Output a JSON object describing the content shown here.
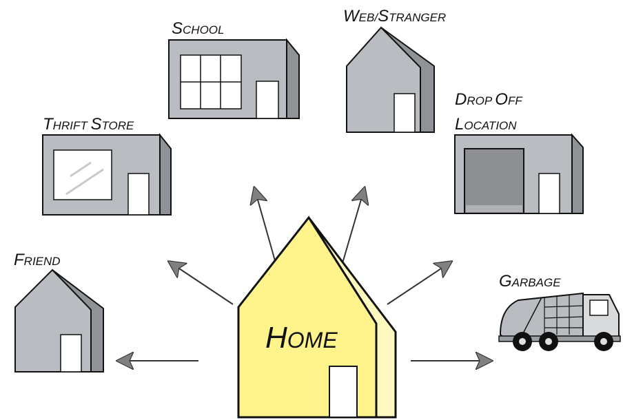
{
  "colors": {
    "building_front": "#b9bcc0",
    "building_side": "#8f9397",
    "home_front": "#fff48c",
    "home_side": "#fff8bf",
    "door": "#ffffff",
    "outline": "#111111",
    "arrow": "#333333",
    "arrowhead": "#808080",
    "roll_door": "#8d8f92"
  },
  "labels": {
    "school": {
      "first": "S",
      "rest": "chool"
    },
    "web_stranger": {
      "first": "W",
      "rest": "eb/",
      "second": "S",
      "rest2": "tranger"
    },
    "thrift_store": {
      "first": "T",
      "rest": "hrift ",
      "second": "S",
      "rest2": "tore"
    },
    "drop_off": {
      "line1": {
        "first": "D",
        "rest": "rop ",
        "second": "O",
        "rest2": "ff"
      },
      "line2": {
        "first": "L",
        "rest": "ocation"
      }
    },
    "friend": {
      "first": "F",
      "rest": "riend"
    },
    "garbage": {
      "first": "G",
      "rest": "arbage"
    },
    "home": {
      "first": "H",
      "rest": "ome"
    }
  },
  "icons": [
    "school-building-icon",
    "house-icon",
    "store-icon",
    "warehouse-icon",
    "garbage-truck-icon",
    "arrow-icon"
  ]
}
